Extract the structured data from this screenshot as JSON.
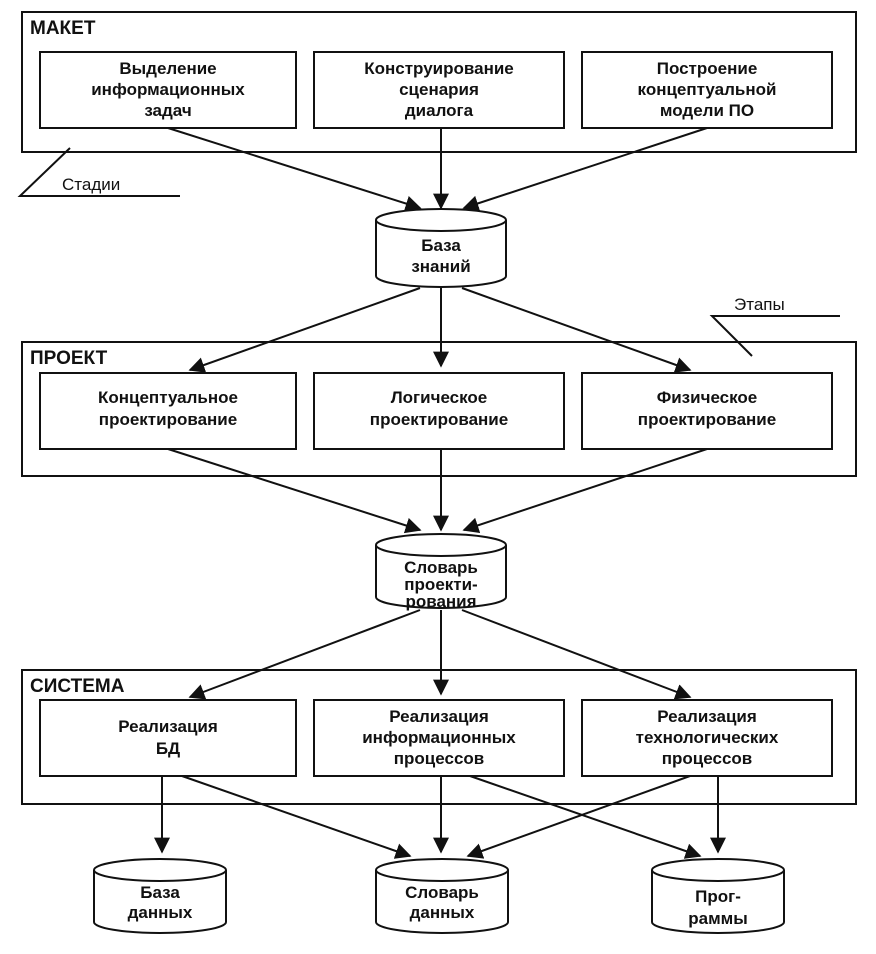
{
  "stages": {
    "maket": {
      "label": "МАКЕТ",
      "boxes": [
        {
          "lines": [
            "Выделение",
            "информационных",
            "задач"
          ]
        },
        {
          "lines": [
            "Конструирование",
            "сценария",
            "диалога"
          ]
        },
        {
          "lines": [
            "Построение",
            "концептуальной",
            "модели   ПО"
          ]
        }
      ]
    },
    "proekt": {
      "label": "ПРОЕКТ",
      "boxes": [
        {
          "lines": [
            "Концептуальное",
            "проектирование"
          ]
        },
        {
          "lines": [
            "Логическое",
            "проектирование"
          ]
        },
        {
          "lines": [
            "Физическое",
            "проектирование"
          ]
        }
      ]
    },
    "sistema": {
      "label": "СИСТЕМА",
      "boxes": [
        {
          "lines": [
            "Реализация",
            "БД"
          ]
        },
        {
          "lines": [
            "Реализация",
            "информационных",
            "процессов"
          ]
        },
        {
          "lines": [
            "Реализация",
            "технологических",
            "процессов"
          ]
        }
      ]
    }
  },
  "stores": {
    "knowledge_base": {
      "lines": [
        "База",
        "знаний"
      ]
    },
    "design_dictionary": {
      "lines": [
        "Словарь",
        "проекти-",
        "рования"
      ]
    },
    "database": {
      "lines": [
        "База",
        "данных"
      ]
    },
    "data_dictionary": {
      "lines": [
        "Словарь",
        "данных"
      ]
    },
    "programs": {
      "lines": [
        "Прог-",
        "раммы"
      ]
    }
  },
  "notes": {
    "stages_note": "Стадии",
    "phases_note": "Этапы"
  }
}
